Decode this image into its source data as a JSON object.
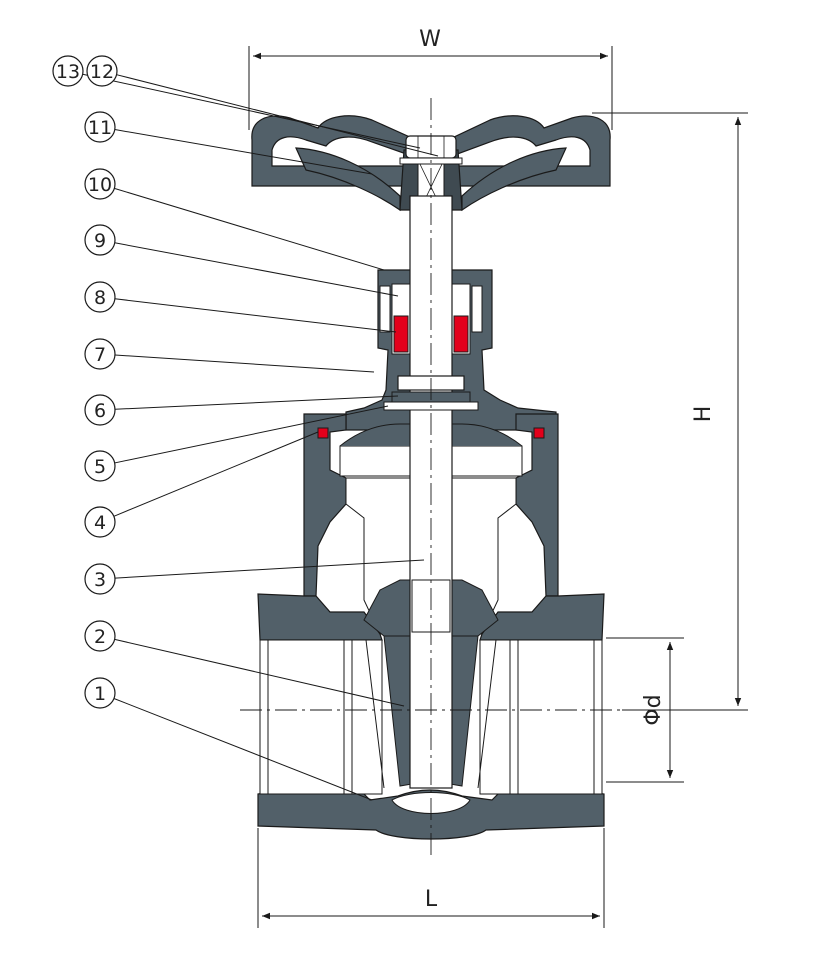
{
  "dimensions": {
    "width_label": "W",
    "height_label": "H",
    "length_label": "L",
    "diameter_label": "Φd"
  },
  "callouts": [
    "13",
    "12",
    "11",
    "10",
    "9",
    "8",
    "7",
    "6",
    "5",
    "4",
    "3",
    "2",
    "1"
  ],
  "colors": {
    "body": "#526069",
    "body_dark": "#3f4a51",
    "seal": "#e3001b",
    "line": "#1a1a1a",
    "steel": "#ffffff"
  }
}
